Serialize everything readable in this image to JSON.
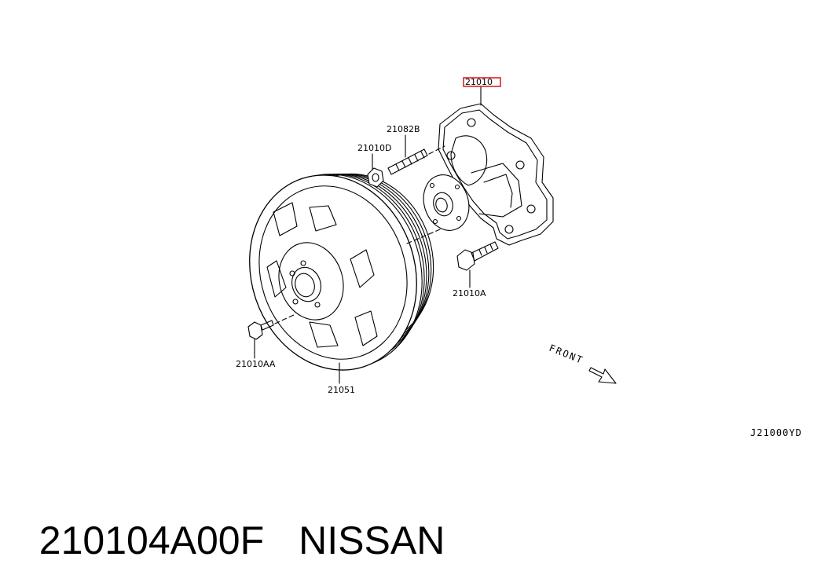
{
  "diagram": {
    "callouts": {
      "water_pump": "21010",
      "stud": "21082B",
      "nut": "21010D",
      "bolt_pump": "21010A",
      "bolt_pulley": "21010AA",
      "pulley": "21051"
    },
    "front_label": "FRONT",
    "drawing_code": "J21000YD",
    "highlight_color": "#e0202a"
  },
  "footer": {
    "part_number": "210104A00F",
    "brand": "NISSAN"
  }
}
